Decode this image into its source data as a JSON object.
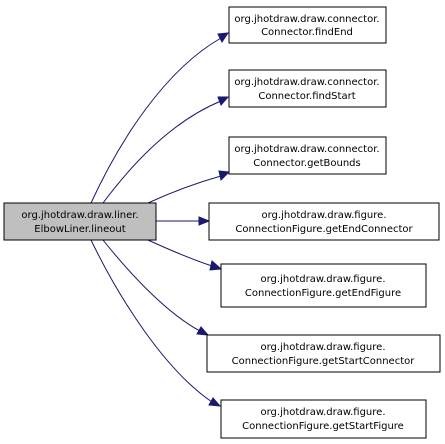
{
  "colors": {
    "source_fill": "#bfbfbf",
    "target_fill": "#ffffff",
    "edge": "#191970",
    "border": "#000000"
  },
  "source": {
    "line1": "org.jhotdraw.draw.liner.",
    "line2": "ElbowLiner.lineout"
  },
  "targets": [
    {
      "line1": "org.jhotdraw.draw.connector.",
      "line2": "Connector.findEnd"
    },
    {
      "line1": "org.jhotdraw.draw.connector.",
      "line2": "Connector.findStart"
    },
    {
      "line1": "org.jhotdraw.draw.connector.",
      "line2": "Connector.getBounds"
    },
    {
      "line1": "org.jhotdraw.draw.figure.",
      "line2": "ConnectionFigure.getEndConnector"
    },
    {
      "line1": "org.jhotdraw.draw.figure.",
      "line2": "ConnectionFigure.getEndFigure"
    },
    {
      "line1": "org.jhotdraw.draw.figure.",
      "line2": "ConnectionFigure.getStartConnector"
    },
    {
      "line1": "org.jhotdraw.draw.figure.",
      "line2": "ConnectionFigure.getStartFigure"
    }
  ]
}
